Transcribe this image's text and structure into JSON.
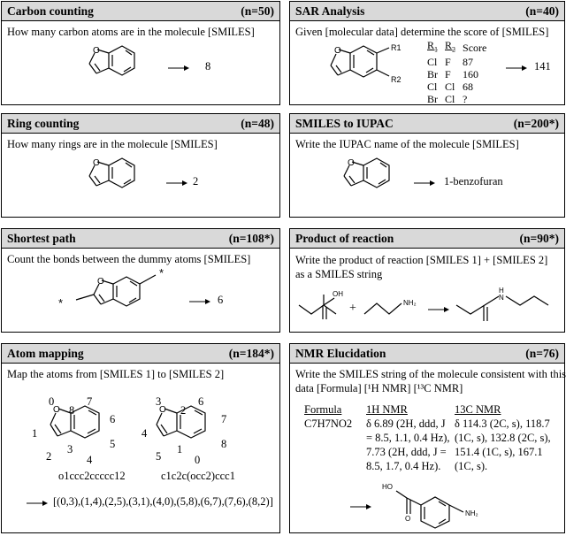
{
  "panels": {
    "carbon": {
      "title": "Carbon counting",
      "count": "(n=50)",
      "question": "How many carbon atoms are in the molecule [SMILES]",
      "answer": "8"
    },
    "sar": {
      "title": "SAR Analysis",
      "count": "(n=40)",
      "question": "Given [molecular data] determine the score of [SMILES]",
      "label_r1": "R1",
      "label_r2": "R2",
      "table_headers": [
        "R",
        "R",
        "Score"
      ],
      "header_subs": [
        "1",
        "2"
      ],
      "rows": [
        [
          "Cl",
          "F",
          "87"
        ],
        [
          "Br",
          "F",
          "160"
        ],
        [
          "Cl",
          "Cl",
          "68"
        ],
        [
          "Br",
          "Cl",
          "?"
        ]
      ],
      "answer": "141"
    },
    "ring": {
      "title": "Ring counting",
      "count": "(n=48)",
      "question": "How many rings are in the molecule [SMILES]",
      "answer": "2"
    },
    "iupac": {
      "title": "SMILES to IUPAC",
      "count": "(n=200*)",
      "question": "Write the IUPAC name of the molecule [SMILES]",
      "answer": "1-benzofuran"
    },
    "shortest": {
      "title": "Shortest path",
      "count": "(n=108*)",
      "question": "Count the bonds between the dummy atoms [SMILES]",
      "answer": "6",
      "dummy": "*"
    },
    "reaction": {
      "title": "Product of reaction",
      "count": "(n=90*)",
      "question": "Write the product of reaction [SMILES 1] + [SMILES 2] as a SMILES string",
      "oh_label": "OH",
      "nh2_label": "NH₂",
      "plus": "+",
      "nh_label": "H",
      "n_label": "N"
    },
    "mapping": {
      "title": "Atom mapping",
      "count": "(n=184*)",
      "question": "Map the atoms from [SMILES 1] to [SMILES 2]",
      "smiles1": "o1ccc2ccccc12",
      "smiles2": "c1c2c(occ2)ccc1",
      "nums1": [
        "0",
        "8",
        "7",
        "6",
        "5",
        "4",
        "3",
        "2",
        "1"
      ],
      "nums2": [
        "3",
        "2",
        "6",
        "7",
        "8",
        "0",
        "1",
        "5",
        "4"
      ],
      "answer": "[(0,3),(1,4),(2,5),(3,1),(4,0),(5,8),(6,7),(7,6),(8,2)]"
    },
    "nmr": {
      "title": "NMR Elucidation",
      "count": "(n=76)",
      "question_line1": "Write the SMILES string of the molecule consistent with this",
      "question_line2": "data [Formula] [¹H NMR] [¹³C NMR]",
      "formula_head": "Formula",
      "formula": "C7H7NO2",
      "h_head": "1H NMR",
      "h_lines": [
        "δ 6.89 (2H, ddd, J",
        "= 8.5, 1.1, 0.4 Hz),",
        "7.73 (2H, ddd, J =",
        "8.5, 1.7, 0.4 Hz)."
      ],
      "c_head": "13C NMR",
      "c_lines": [
        "δ 114.3 (2C, s), 118.7",
        "(1C, s), 132.8 (2C, s),",
        "151.4 (1C, s), 167.1",
        "(1C, s)."
      ],
      "ho_label": "HO",
      "o_label": "O",
      "nh2_label": "NH₂"
    }
  }
}
